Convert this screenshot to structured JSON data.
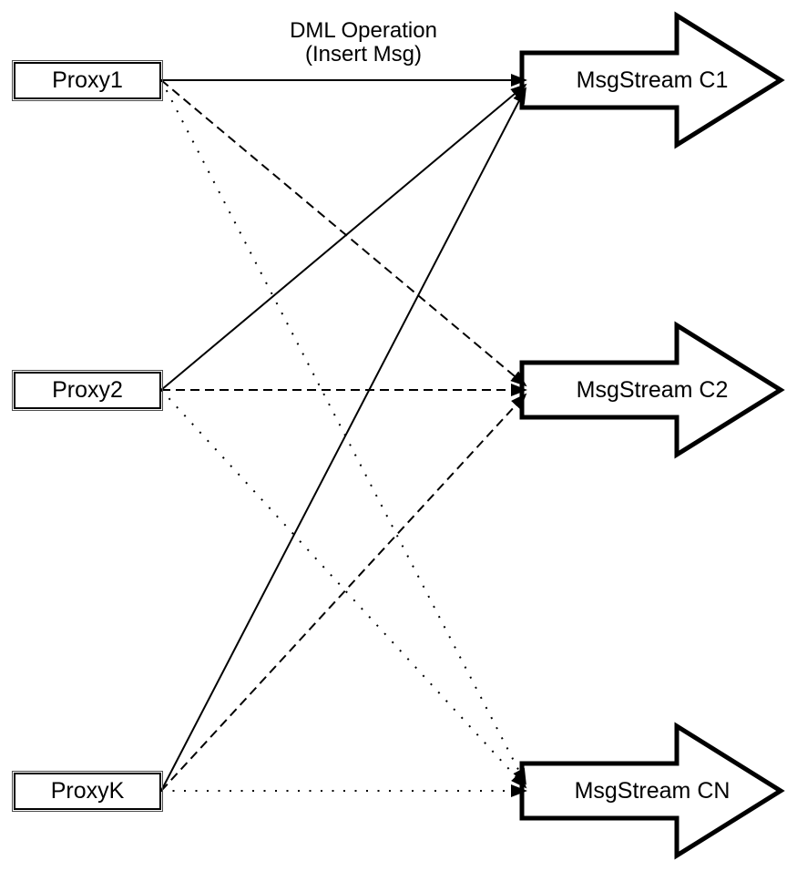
{
  "label": {
    "dml_line1": "DML Operation",
    "dml_line2": "(Insert Msg)"
  },
  "proxies": [
    {
      "label": "Proxy1"
    },
    {
      "label": "Proxy2"
    },
    {
      "label": "ProxyK"
    }
  ],
  "streams": [
    {
      "label": "MsgStream C1",
      "incoming_line_style": "solid"
    },
    {
      "label": "MsgStream C2",
      "incoming_line_style": "dashed"
    },
    {
      "label": "MsgStream CN",
      "incoming_line_style": "dotted"
    }
  ],
  "edges": [
    {
      "from": "Proxy1",
      "to": "MsgStream C1",
      "style": "solid",
      "label": "DML Operation (Insert Msg)"
    },
    {
      "from": "Proxy2",
      "to": "MsgStream C1",
      "style": "solid"
    },
    {
      "from": "ProxyK",
      "to": "MsgStream C1",
      "style": "solid"
    },
    {
      "from": "Proxy1",
      "to": "MsgStream C2",
      "style": "dashed"
    },
    {
      "from": "Proxy2",
      "to": "MsgStream C2",
      "style": "dashed"
    },
    {
      "from": "ProxyK",
      "to": "MsgStream C2",
      "style": "dashed"
    },
    {
      "from": "Proxy1",
      "to": "MsgStream CN",
      "style": "dotted"
    },
    {
      "from": "Proxy2",
      "to": "MsgStream CN",
      "style": "dotted"
    },
    {
      "from": "ProxyK",
      "to": "MsgStream CN",
      "style": "dotted"
    }
  ],
  "colors": {
    "stroke": "#000000",
    "fill": "#ffffff",
    "text": "#000000",
    "background": "#ffffff"
  }
}
